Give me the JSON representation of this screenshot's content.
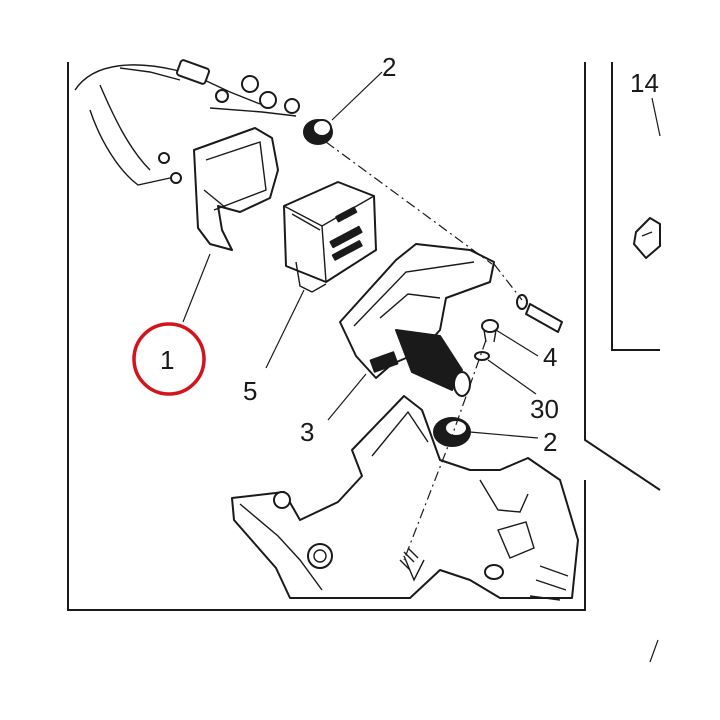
{
  "diagram": {
    "callouts": [
      {
        "id": "1",
        "text": "1",
        "highlighted": true
      },
      {
        "id": "2a",
        "text": "2"
      },
      {
        "id": "2b",
        "text": "2"
      },
      {
        "id": "3",
        "text": "3"
      },
      {
        "id": "4",
        "text": "4"
      },
      {
        "id": "5",
        "text": "5"
      },
      {
        "id": "14",
        "text": "14"
      },
      {
        "id": "30",
        "text": "30"
      }
    ],
    "highlight_color": "#d4141c",
    "line_color": "#1a1a1a"
  }
}
